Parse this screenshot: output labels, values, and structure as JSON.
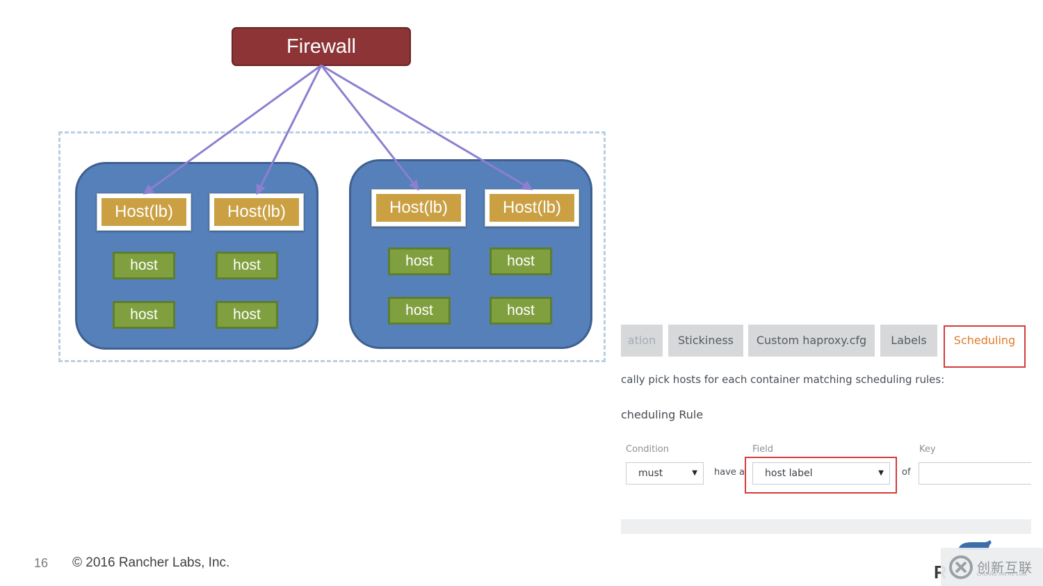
{
  "diagram": {
    "firewall_label": "Firewall",
    "lb_host_label": "Host(lb)",
    "host_label": "host",
    "colors": {
      "firewall": "#8c3436",
      "cluster": "#5580b9",
      "lb_host": "#caa043",
      "host": "#80a040",
      "arrow": "#8b7fd0",
      "dashed_border": "#b8cfe4"
    }
  },
  "panel": {
    "tabs": [
      {
        "label": "ation",
        "state": "faded"
      },
      {
        "label": "Stickiness",
        "state": "normal"
      },
      {
        "label": "Custom haproxy.cfg",
        "state": "normal"
      },
      {
        "label": "Labels",
        "state": "normal"
      },
      {
        "label": "Scheduling",
        "state": "active"
      }
    ],
    "description": "cally pick hosts for each container matching scheduling rules:",
    "rule_title": "cheduling Rule",
    "condition_label": "Condition",
    "field_label": "Field",
    "key_label": "Key",
    "condition_value": "must",
    "have_a_text": "have a",
    "field_value": "host label",
    "of_text": "of",
    "key_value": ""
  },
  "footer": {
    "page_number": "16",
    "copyright": "© 2016 Rancher Labs, Inc."
  },
  "watermark": {
    "text": "创新互联",
    "subtext": "CHUANG XIN HU LIAN",
    "logo_letter": "R"
  }
}
